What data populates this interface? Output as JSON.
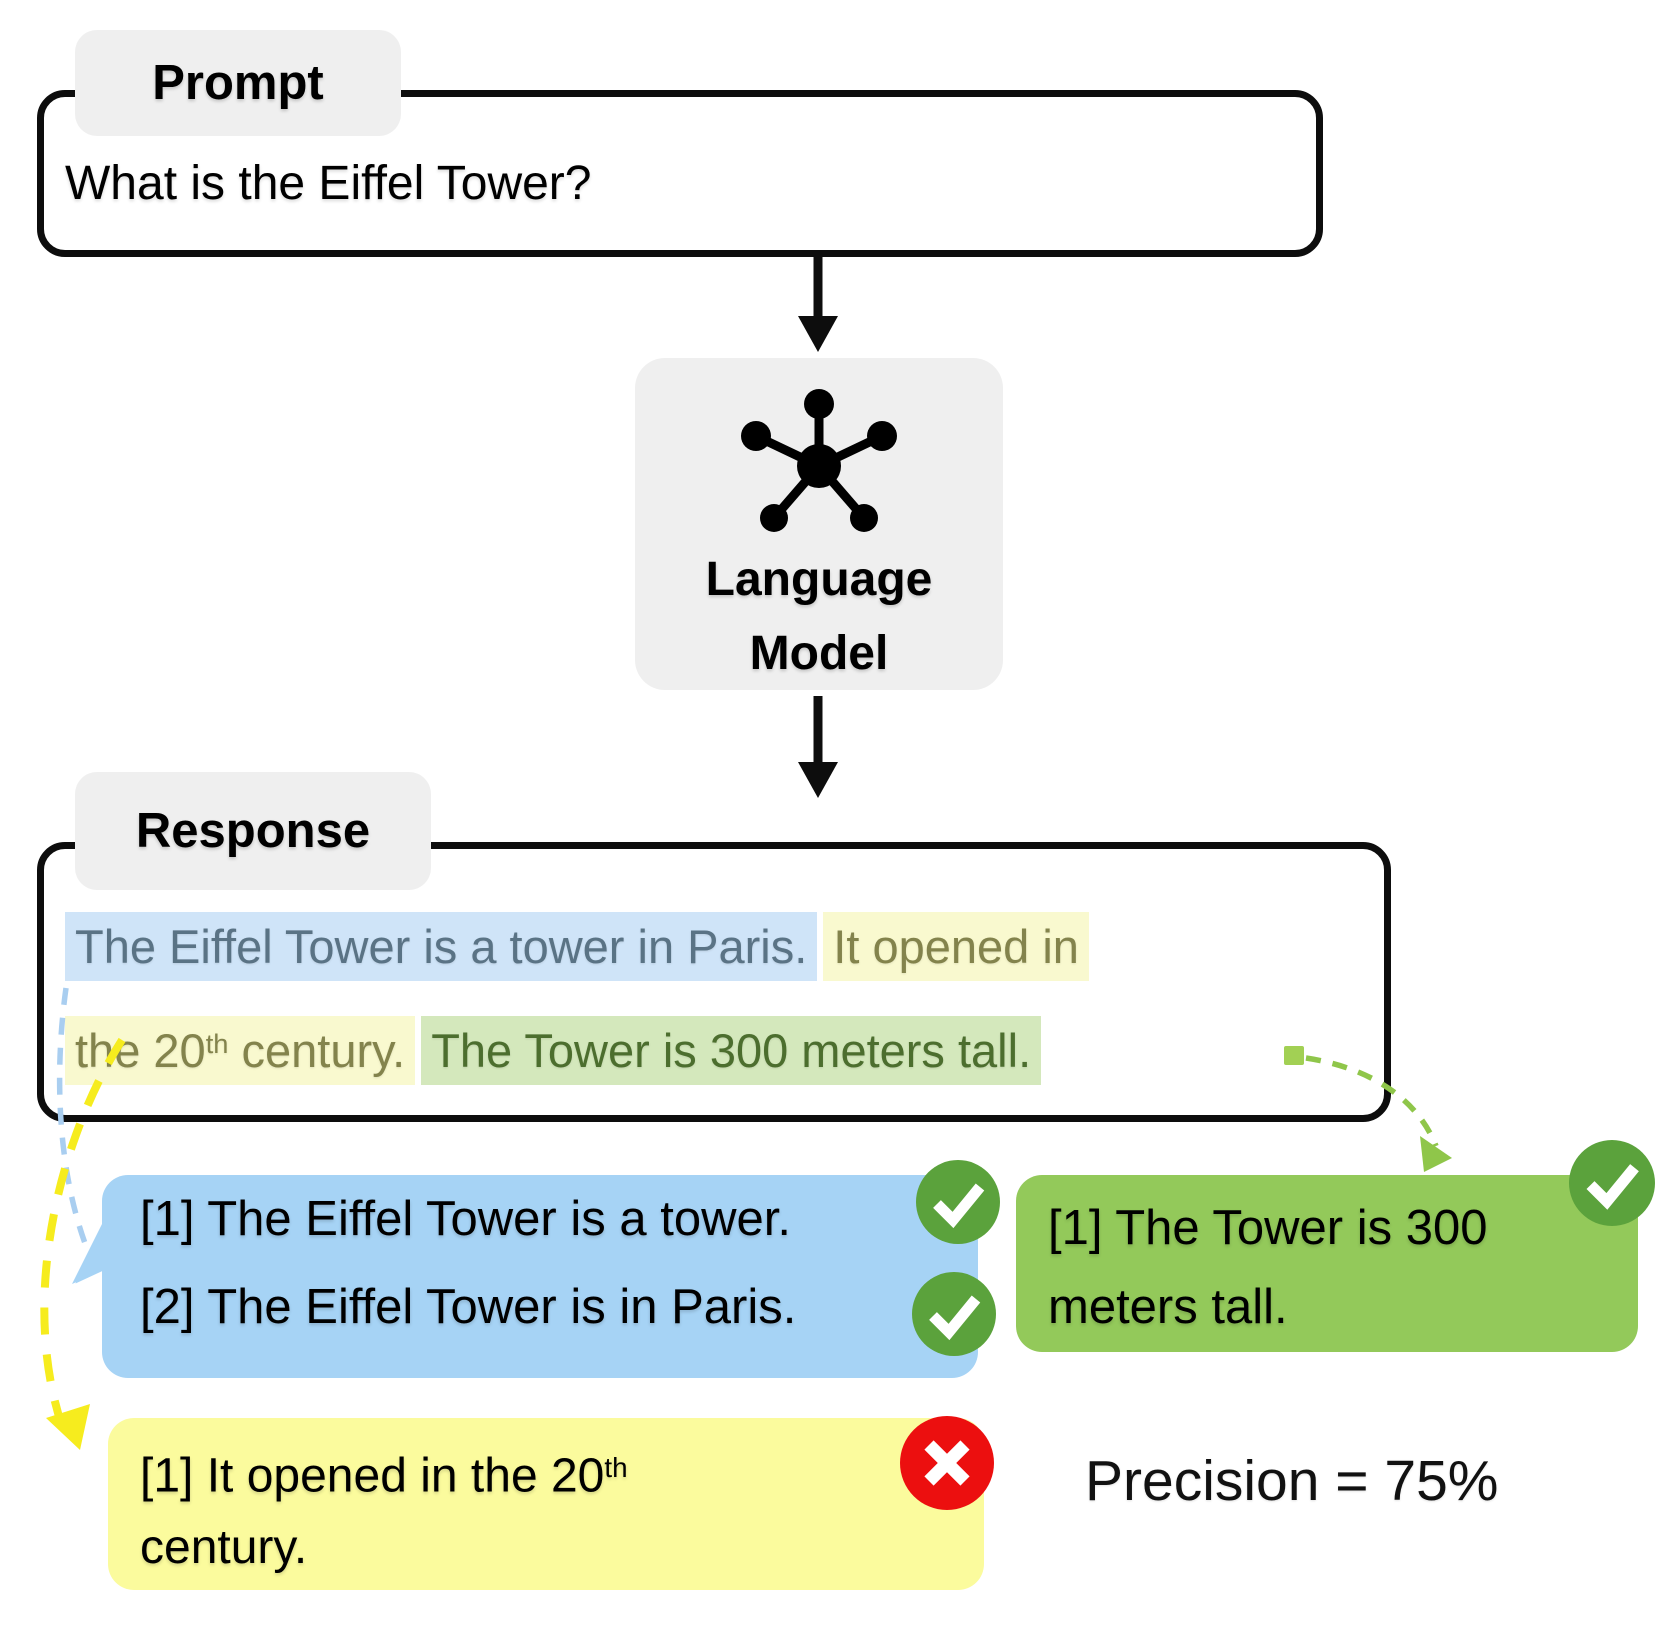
{
  "prompt": {
    "label": "Prompt",
    "question": "What is the Eiffel Tower?"
  },
  "language_model": {
    "name_line1": "Language",
    "name_line2": "Model",
    "icon": "hub-network-icon"
  },
  "response": {
    "label": "Response",
    "sentence_blue": "The Eiffel Tower is a tower in Paris.",
    "sentence_yellow_part1": "It opened in",
    "sentence_yellow_part2_pre": "the 20",
    "sentence_yellow_sup": "th",
    "sentence_yellow_part2_post": " century.",
    "sentence_green": "The Tower is 300 meters tall."
  },
  "claims": {
    "blue": {
      "fact1": "[1] The Eiffel Tower is a tower.",
      "fact2": "[2] The Eiffel Tower is in Paris.",
      "verdicts": [
        "correct",
        "correct"
      ]
    },
    "green": {
      "line1": "[1] The Tower is 300",
      "line2": "meters tall.",
      "verdict": "correct"
    },
    "yellow": {
      "line1_pre": "[1] It opened in the 20",
      "sup": "th",
      "line2": "century.",
      "verdict": "incorrect"
    }
  },
  "metric": {
    "precision": "Precision = 75%"
  },
  "icons": {
    "model": "hub-network-icon",
    "correct": "check-icon",
    "incorrect": "x-icon",
    "flow": "arrow-down-icon"
  },
  "colors": {
    "label_bg": "#efefef",
    "box_border": "#0d0d0d",
    "highlight_blue_bg": "#cfe4f8",
    "highlight_blue_text": "#5a7385",
    "highlight_yellow_bg": "#f9f9cf",
    "highlight_yellow_text": "#83834c",
    "highlight_green_bg": "#d4e8bc",
    "highlight_green_text": "#4c6e2e",
    "bubble_blue": "#a6d3f5",
    "bubble_green": "#93c95a",
    "bubble_yellow": "#fbfb9d",
    "check_green": "#5ba23c",
    "cross_red": "#ec0f0f",
    "dash_blue": "#a9cef0",
    "dash_yellow": "#f6ec1e",
    "dash_green": "#8fc64a"
  }
}
